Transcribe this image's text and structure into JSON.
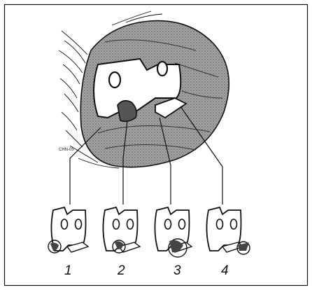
{
  "figure": {
    "code": "CHN-05",
    "labels": [
      "1",
      "2",
      "3",
      "4"
    ]
  },
  "colors": {
    "line": "#111111",
    "stipple": "#8a8a8a",
    "highlight": "#444444",
    "background": "#ffffff"
  }
}
